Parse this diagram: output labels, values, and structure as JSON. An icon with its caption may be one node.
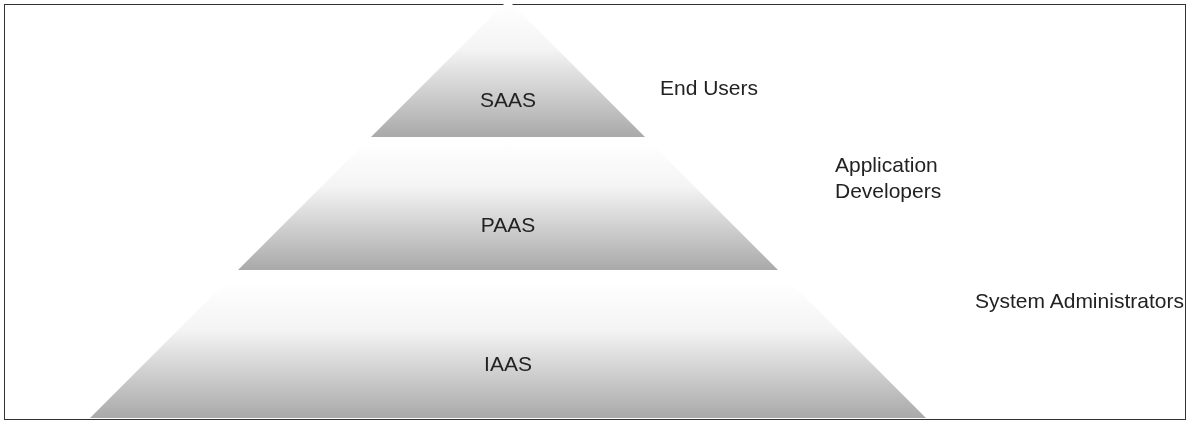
{
  "diagram": {
    "nodes": [
      {
        "text": [
          "SAAS"
        ],
        "beside": [
          "End Users"
        ]
      },
      {
        "text": [
          "PAAS"
        ],
        "beside": [
          "Application Developers"
        ]
      },
      {
        "text": [
          "IAAS"
        ],
        "beside": [
          "System Administrators"
        ]
      }
    ]
  }
}
